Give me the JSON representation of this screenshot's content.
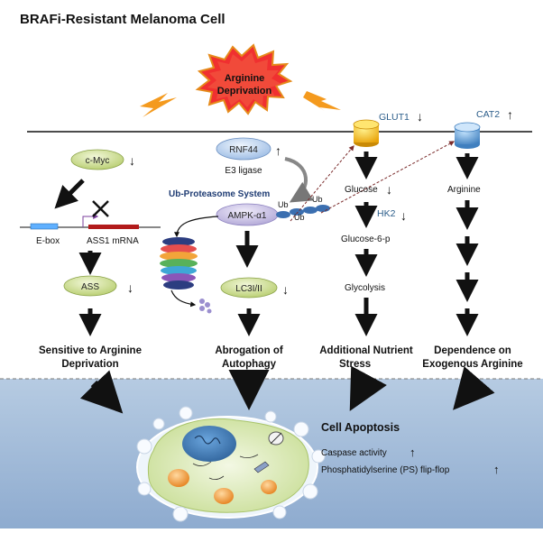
{
  "title": "BRAFi-Resistant Melanoma Cell",
  "burst_label_line1": "Arginine",
  "burst_label_line2": "Deprivation",
  "glut1": {
    "label": "GLUT1",
    "arrow": "↓"
  },
  "cat2": {
    "label": "CAT2",
    "arrow": "↑"
  },
  "cmyc": {
    "label": "c-Myc",
    "arrow": "↓"
  },
  "rnf44": {
    "label": "RNF44",
    "arrow": "↑",
    "sublabel": "E3 ligase"
  },
  "ups_label": "Ub-Proteasome System",
  "ampk": {
    "label": "AMPK-α1"
  },
  "ub_labels": [
    "Ub",
    "Ub",
    "Ub"
  ],
  "gene": {
    "ebox": "E-box",
    "ass1": "ASS1 mRNA"
  },
  "ass": {
    "label": "ASS",
    "arrow": "↓"
  },
  "lc3": {
    "label": "LC3I/II",
    "arrow": "↓"
  },
  "glycolysis": {
    "glucose": "Glucose",
    "glucose_arrow": "↓",
    "hk2": "HK2",
    "hk2_arrow": "↓",
    "g6p": "Glucose-6-p",
    "glycolysis": "Glycolysis"
  },
  "arginine": "Arginine",
  "outcomes": {
    "sensitive": [
      "Sensitive to Arginine",
      "Deprivation"
    ],
    "autophagy": [
      "Abrogation of",
      "Autophagy"
    ],
    "nutrient": [
      "Additional Nutrient",
      "Stress"
    ],
    "dependence": [
      "Dependence on",
      "Exogenous Arginine"
    ]
  },
  "apoptosis": {
    "title": "Cell Apoptosis",
    "line1": "Caspase activity",
    "line1_arrow": "↑",
    "line2": "Phosphatidylserine (PS) flip-flop",
    "line2_arrow": "↑"
  },
  "colors": {
    "background_bottom": "#9fbad8",
    "burst_red": "#ef2b2b",
    "burst_orange": "#f7a21b",
    "glut1_yellow": "#f4c21a",
    "cat2_blue": "#5e9bd3",
    "oval_green": "#c9dc8a",
    "oval_purple": "#c5bde0",
    "oval_blue": "#b4ccec",
    "cell_green": "#d9e8b4"
  }
}
